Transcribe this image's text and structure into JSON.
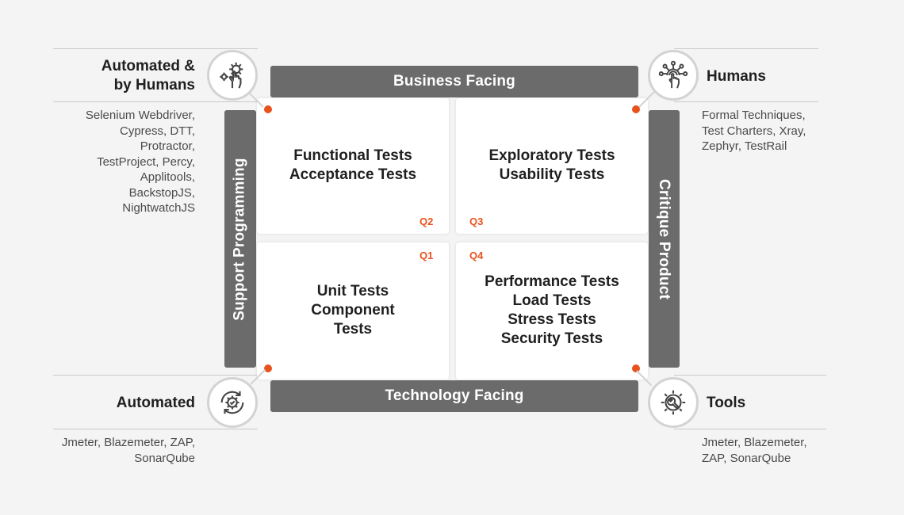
{
  "axes": {
    "top": "Business Facing",
    "bottom": "Technology Facing",
    "left": "Support Programming",
    "right": "Critique Product"
  },
  "quadrants": {
    "q2": {
      "label": "Q2",
      "lines": [
        "Functional Tests",
        "Acceptance Tests"
      ]
    },
    "q3": {
      "label": "Q3",
      "lines": [
        "Exploratory Tests",
        "Usability Tests"
      ]
    },
    "q1": {
      "label": "Q1",
      "lines": [
        "Unit Tests",
        "Component",
        "Tests"
      ]
    },
    "q4": {
      "label": "Q4",
      "lines": [
        "Performance Tests",
        "Load Tests",
        "Stress Tests",
        "Security Tests"
      ]
    }
  },
  "corners": {
    "top_left": {
      "title_lines": [
        "Automated &",
        "by Humans"
      ],
      "tools": [
        "Selenium Webdriver,",
        "Cypress, DTT,",
        "Protractor,",
        "TestProject, Percy,",
        "Applitools,",
        "BackstopJS,",
        "NightwatchJS"
      ],
      "icon": "gear-hand-icon"
    },
    "top_right": {
      "title_lines": [
        "Humans"
      ],
      "tools": [
        "Formal Techniques,",
        "Test Charters, Xray,",
        "Zephyr, TestRail"
      ],
      "icon": "touch-network-icon"
    },
    "bottom_left": {
      "title_lines": [
        "Automated"
      ],
      "tools": [
        "Jmeter, Blazemeter, ZAP,",
        "SonarQube"
      ],
      "icon": "cycle-check-icon"
    },
    "bottom_right": {
      "title_lines": [
        "Tools"
      ],
      "tools": [
        "Jmeter, Blazemeter,",
        "ZAP, SonarQube"
      ],
      "icon": "wrench-gear-icon"
    }
  },
  "colors": {
    "accent": "#e8521e",
    "bar": "#6b6b6b",
    "background": "#f4f4f4"
  }
}
